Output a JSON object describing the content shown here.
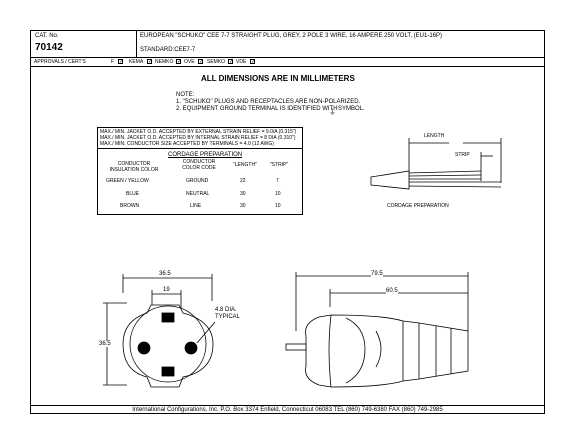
{
  "header": {
    "cat_label": "CAT. No.",
    "cat_number": "70142",
    "description": "EUROPEAN \"SCHUKO\" CEE 7-7 STRAIGHT PLUG, GREY, 2 POLE 3 WIRE, 16 AMPERE 250 VOLT, (EU1-16P)",
    "standard": "STANDARD:CEE7-7"
  },
  "approvals": {
    "label": "APPROVALS / CERT'S",
    "items": [
      "F",
      "KEMA",
      "NEMKO",
      "OVE",
      "SEMKO",
      "VDE"
    ]
  },
  "main": {
    "title": "ALL DIMENSIONS ARE IN MILLIMETERS",
    "note_label": "NOTE:",
    "note1": "1. \"SCHUKO\" PLUGS AND RECEPTACLES ARE NON-POLARIZED.",
    "note2": "2. EQUIPMENT GROUND TERMINAL IS IDENTIFIED WITH",
    "note2_end": "SYMBOL."
  },
  "specs": {
    "line1": "MAX./ MIN. JACKET O.D. ACCEPTED BY EXTERNAL STRAIN RELIEF = 9.0/A (0.315\")",
    "line2": "MAX./ MIN. JACKET O.D. ACCEPTED BY INTERNAL STRAIN RELIEF = 8 DIA (0.310\")",
    "line3": "MAX./ MIN. CONDUCTOR SIZE ACCEPTED BY TERMINALS = 4.0 (12 AWG)"
  },
  "cordage": {
    "title": "CORDAGE PREPARATION",
    "headers": [
      "CONDUCTOR INSULATION COLOR",
      "CONDUCTOR COLOR CODE",
      "\"LENGTH\"",
      "\"STRIP\""
    ],
    "rows": [
      [
        "GREEN / YELLOW",
        "GROUND",
        "22",
        "7"
      ],
      [
        "BLUE",
        "NEUTRAL",
        "30",
        "10"
      ],
      [
        "BROWN",
        "LINE",
        "30",
        "10"
      ]
    ],
    "diagram_label": "CORDAGE PREPARATION",
    "length_label": "LENGTH",
    "strip_label": "STRIP"
  },
  "dims": {
    "front_width": "36.5",
    "front_pin": "19",
    "front_height": "36.5",
    "pin_note1": "4.8 DIA.",
    "pin_note2": "TYPICAL",
    "side_total": "79.5",
    "side_body": "60.5"
  },
  "footer": {
    "text": "International Configurations, Inc.  P.O. Box 3374  Enfield, Connecticut 06083 TEL (860) 749-6380  FAX (860) 749-2985"
  }
}
